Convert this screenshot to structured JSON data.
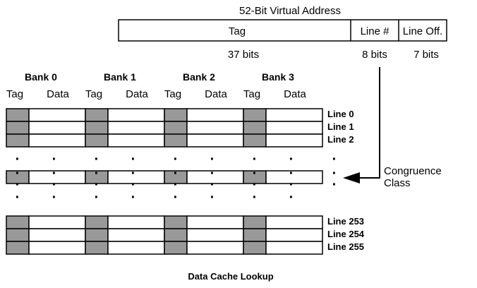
{
  "address": {
    "title": "52-Bit Virtual Address",
    "fields": [
      {
        "label": "Tag",
        "bits": "37 bits"
      },
      {
        "label": "Line #",
        "bits": "8 bits"
      },
      {
        "label": "Line Off.",
        "bits": "7 bits"
      }
    ]
  },
  "banks": [
    {
      "name": "Bank 0",
      "tag": "Tag",
      "data": "Data"
    },
    {
      "name": "Bank 1",
      "tag": "Tag",
      "data": "Data"
    },
    {
      "name": "Bank 2",
      "tag": "Tag",
      "data": "Data"
    },
    {
      "name": "Bank 3",
      "tag": "Tag",
      "data": "Data"
    }
  ],
  "lines": {
    "top": [
      "Line 0",
      "Line 1",
      "Line 2"
    ],
    "bottom": [
      "Line 253",
      "Line 254",
      "Line 255"
    ]
  },
  "ellipsis": {
    "dot": "·",
    "right_dot": "·"
  },
  "congruence": {
    "line1": "Congruence",
    "line2": "Class"
  },
  "caption": "Data Cache Lookup",
  "colors": {
    "tag_fill": "#999999",
    "stroke": "#000000"
  }
}
